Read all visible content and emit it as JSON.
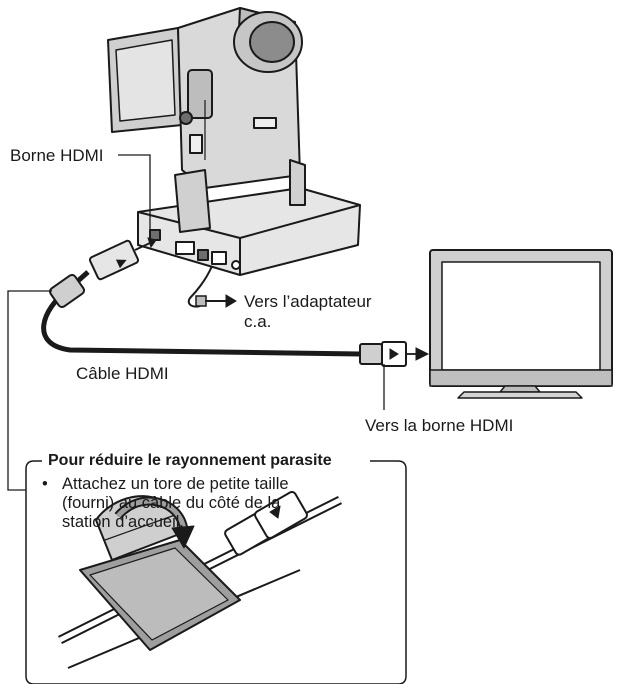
{
  "labels": {
    "hdmi_terminal": "Borne HDMI",
    "to_ac_adapter_line1": "Vers l’adaptateur",
    "to_ac_adapter_line2": "c.a.",
    "hdmi_cable": "Câble HDMI",
    "to_tv_hdmi": "Vers la borne HDMI"
  },
  "note": {
    "title": "Pour réduire le rayonnement parasite",
    "bullet": "•",
    "lines": [
      "Attachez un tore de petite taille",
      "(fourni) au câble du côté de la",
      "station d’accueil."
    ]
  },
  "icons": {
    "camera": "camcorder-illustration",
    "dock": "docking-station-illustration",
    "tv": "television-illustration",
    "core": "ferrite-core-illustration"
  },
  "colors": {
    "ink": "#1a1a1a",
    "tv_gray": "#cfcfcf",
    "camera_gray": "#d9d9d9",
    "dark_gray": "#6e6e6e"
  }
}
